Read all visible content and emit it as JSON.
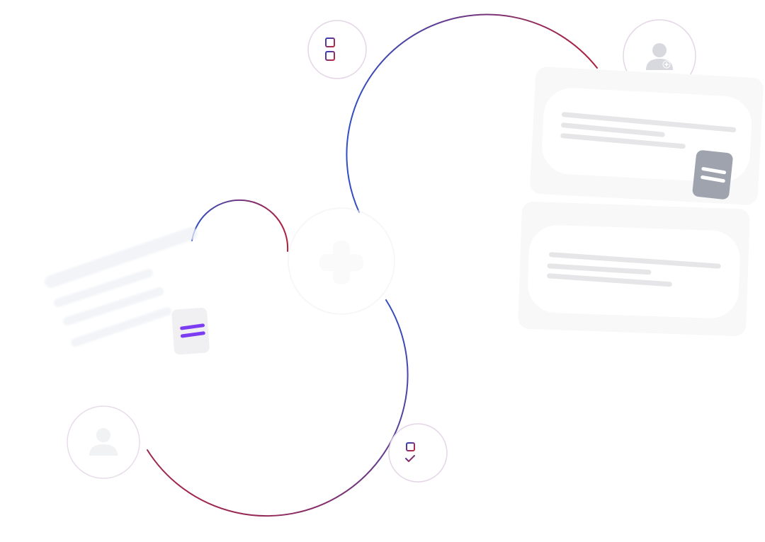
{
  "colors": {
    "arc_gradient_start": "#2f4fc4",
    "arc_gradient_end": "#b01f3c",
    "circle_border": "#e4d6e6",
    "card_bg": "#f8f8f9",
    "card_inner": "#ffffff",
    "text_line": "#e6e6e8",
    "doc_gray": "#9ea3ad",
    "doc_purple": "#7b3cf2",
    "faded_line": "#eef1f6",
    "avatar_gray": "#d8d9de"
  },
  "icons": {
    "checklist_top": "checklist-icon",
    "checklist_bottom": "checked-list-icon",
    "add_user": "add-user-icon",
    "user_faded": "user-icon",
    "plus_faded": "plus-icon",
    "doc_gray": "document-icon",
    "doc_purple": "document-icon"
  },
  "placeholder_card_top": {
    "lines": 3
  },
  "placeholder_card_bottom": {
    "lines": 3
  },
  "faded_left_card": {
    "lines": 4
  }
}
